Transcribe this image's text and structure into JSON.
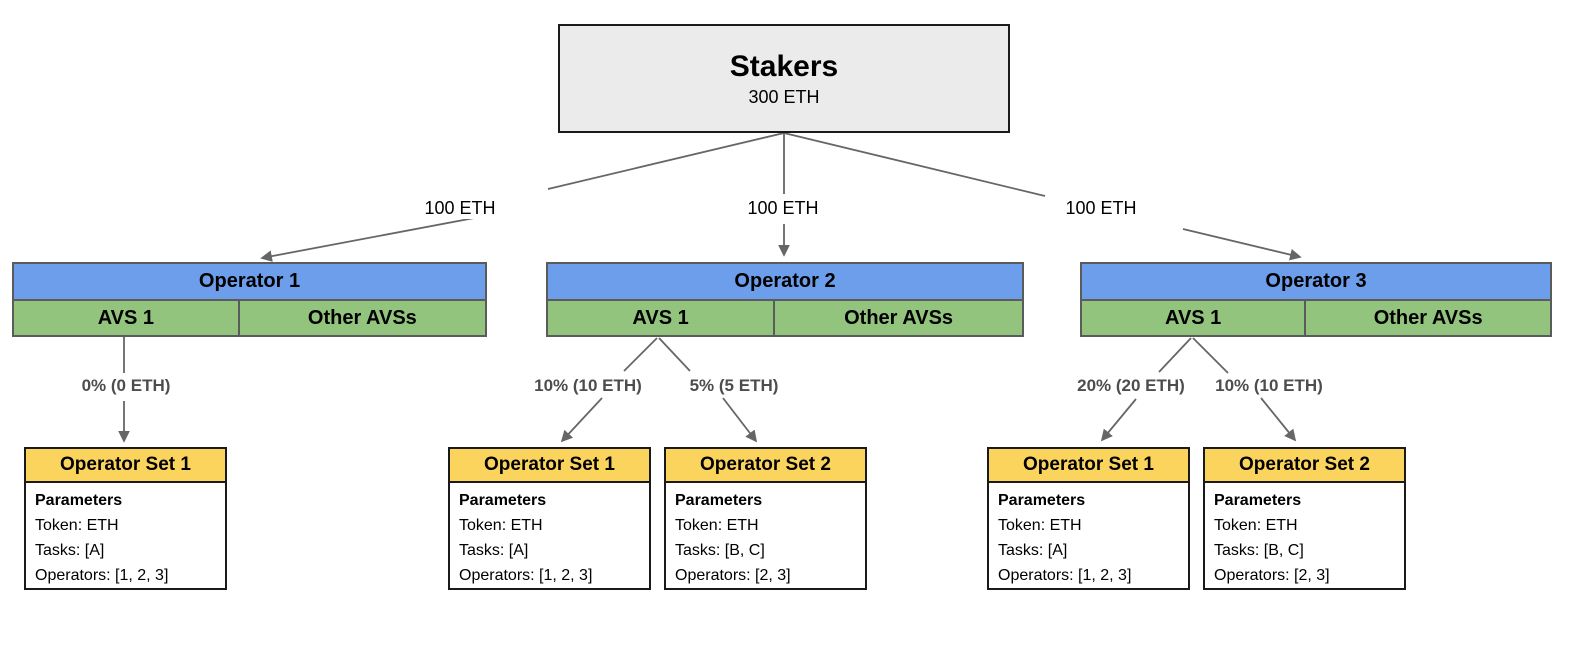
{
  "colors": {
    "operator_header_blue": "#6d9eeb",
    "avs_row_green": "#93c47d",
    "operator_set_header_yellow": "#fbd45e",
    "stakers_fill_gray": "#ebebeb",
    "connector_gray": "#666666",
    "allocation_label_gray": "#4d4d4d"
  },
  "stakers": {
    "title": "Stakers",
    "amount": "300 ETH"
  },
  "edges": [
    {
      "label": "100 ETH"
    },
    {
      "label": "100 ETH"
    },
    {
      "label": "100 ETH"
    }
  ],
  "operators": [
    {
      "name": "Operator 1",
      "avs_primary": "AVS 1",
      "avs_other": "Other AVSs",
      "allocations": [
        {
          "label": "0% (0 ETH)"
        }
      ],
      "operator_sets": [
        {
          "title": "Operator Set 1",
          "params_heading": "Parameters",
          "token": "Token: ETH",
          "tasks": "Tasks: [A]",
          "operators_list": "Operators: [1, 2, 3]"
        }
      ]
    },
    {
      "name": "Operator 2",
      "avs_primary": "AVS 1",
      "avs_other": "Other AVSs",
      "allocations": [
        {
          "label": "10% (10 ETH)"
        },
        {
          "label": "5% (5 ETH)"
        }
      ],
      "operator_sets": [
        {
          "title": "Operator Set 1",
          "params_heading": "Parameters",
          "token": "Token: ETH",
          "tasks": "Tasks: [A]",
          "operators_list": "Operators: [1, 2, 3]"
        },
        {
          "title": "Operator Set 2",
          "params_heading": "Parameters",
          "token": "Token: ETH",
          "tasks": "Tasks: [B, C]",
          "operators_list": "Operators: [2, 3]"
        }
      ]
    },
    {
      "name": "Operator 3",
      "avs_primary": "AVS 1",
      "avs_other": "Other AVSs",
      "allocations": [
        {
          "label": "20% (20 ETH)"
        },
        {
          "label": "10% (10 ETH)"
        }
      ],
      "operator_sets": [
        {
          "title": "Operator Set 1",
          "params_heading": "Parameters",
          "token": "Token: ETH",
          "tasks": "Tasks: [A]",
          "operators_list": "Operators: [1, 2, 3]"
        },
        {
          "title": "Operator Set 2",
          "params_heading": "Parameters",
          "token": "Token: ETH",
          "tasks": "Tasks: [B, C]",
          "operators_list": "Operators: [2, 3]"
        }
      ]
    }
  ]
}
